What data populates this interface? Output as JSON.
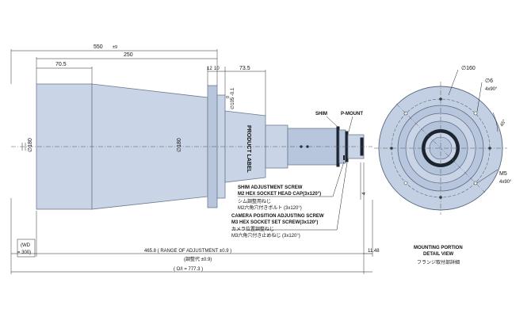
{
  "dimensions": {
    "overall_length": "550",
    "overall_suffix": "±9",
    "length_250": "250",
    "length_70_5": "70.5",
    "length_12": "12",
    "length_10": "10",
    "length_73_5": "73.5",
    "dia_front": "∅180",
    "dia_rear": "∅180",
    "dia_mount": "∅105 -0.1",
    "dia_mount_tol": "0",
    "dim_4": "4",
    "wd": "(WD",
    "wd_value": "= 300)",
    "range_adjustment": "465.8 ( RANGE OF ADJUSTMENT ±0.9 )",
    "range_jp": "(調整代 ±0.9)",
    "dim_11_48": "11.48",
    "oi": "( O/I = 777.3 )"
  },
  "labels": {
    "shim": "SHIM",
    "p_mount": "P-MOUNT",
    "product_label": "PRODUCT LABEL",
    "shim_screw_1": "SHIM ADJUSTMENT SCREW",
    "shim_screw_2": "M2 HEX SOCKET HEAD CAP(3x120°)",
    "shim_screw_jp1": "シム調整用ねじ",
    "shim_screw_jp2": "M2六角穴付きボルト (3x120°)",
    "cam_screw_1": "CAMERA POSITION ADJUSTING SCREW",
    "cam_screw_2": "M3 HEX SOCKET SET SCREW(3x120°)",
    "cam_screw_jp1": "カメラ位置調整ねじ",
    "cam_screw_jp2": "M3六角穴付き止めねじ (3x120°)"
  },
  "detail_view": {
    "dia_160": "∅160",
    "dia_6": "∅6",
    "dia_6_count": "4x90°",
    "angle_45": "45°",
    "m5": "M5",
    "m5_count": "4x90°",
    "title_1": "MOUNTING PORTION",
    "title_2": "DETAIL VIEW",
    "title_jp": "フランジ取付部詳細"
  }
}
